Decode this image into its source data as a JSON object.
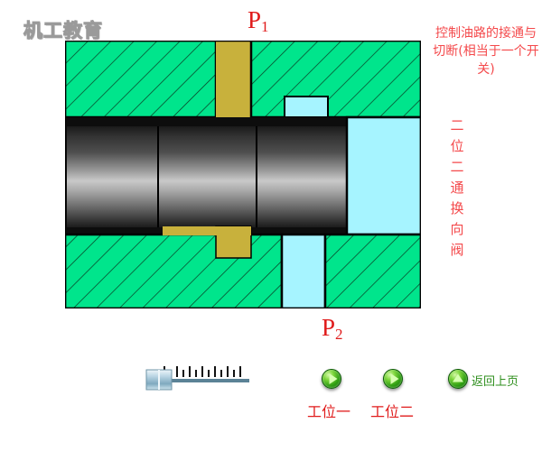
{
  "watermark": {
    "text": "机工教育"
  },
  "diagram": {
    "title_vertical": "二位二通换向阀",
    "note": "控制油路的接通与切断(相当于一个开关)",
    "ports": [
      {
        "id": "p1",
        "letter": "P",
        "subscript": "1"
      },
      {
        "id": "p2",
        "letter": "P",
        "subscript": "2"
      }
    ],
    "colors": {
      "body_hatch": "#00e58c",
      "body_outline": "#000000",
      "spool_dark": "#2b2b2b",
      "spool_light": "#c8c8c8",
      "channel_gold": "#c8b13c",
      "fluid_cyan": "#a6f4ff",
      "label_red": "#e01b1b",
      "note_red": "#f4494b",
      "back_green": "#2f8f1e"
    }
  },
  "controls": {
    "slider": {
      "name": "animation-speed-slider",
      "ticks": 13,
      "value_position": 0
    },
    "buttons": [
      {
        "id": "pos1",
        "icon": "play-icon",
        "caption": "工位一"
      },
      {
        "id": "pos2",
        "icon": "play-icon",
        "caption": "工位二"
      },
      {
        "id": "back",
        "icon": "up-arrow-icon",
        "caption": "返回上页"
      }
    ]
  }
}
